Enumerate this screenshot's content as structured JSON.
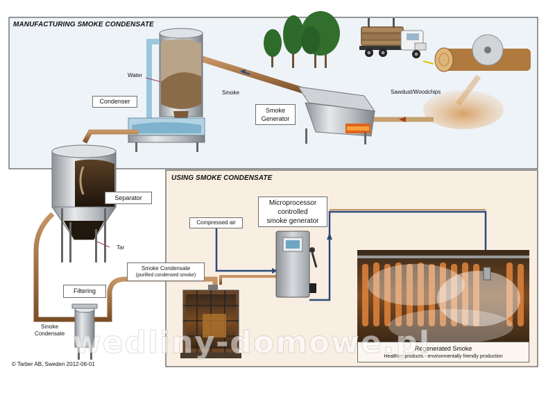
{
  "top_panel": {
    "title": "MANUFACTURING SMOKE CONDENSATE"
  },
  "bottom_panel": {
    "title": "USING SMOKE CONDENSATE"
  },
  "labels": {
    "water": "Water",
    "condenser": "Condenser",
    "smoke": "Smoke",
    "smoke_generator_line1": "Smoke",
    "smoke_generator_line2": "Generator",
    "sawdust": "Sawdust/Woodchips",
    "separator": "Separator",
    "tar": "Tar",
    "filtering": "Filtering",
    "smoke_condensate_left_line1": "Smoke",
    "smoke_condensate_left_line2": "Condensate",
    "smoke_condensate_box_line1": "Smoke Condensate",
    "smoke_condensate_box_line2": "(purified condensed smoke)",
    "compressed_air": "Compressed air",
    "micro_line1": "Microprocessor",
    "micro_line2": "controlled",
    "micro_line3": "smoke generator",
    "regenerated_line1": "Regenerated Smoke",
    "regenerated_line2": "Healthier products - environmentally friendly production",
    "copyright": "© Tarber AB, Sweden 2012-06-01"
  },
  "watermark": "wedliny-domowe.pl",
  "colors": {
    "top_bg": "#eef3f8",
    "bottom_bg": "#f8eee2",
    "pipe_brown": "#9a6a3c",
    "pipe_blue": "#2c4b7a",
    "water_blue": "#9cc6dc",
    "steel": "#c4c8cc",
    "orange_glow": "#e87a2c"
  }
}
